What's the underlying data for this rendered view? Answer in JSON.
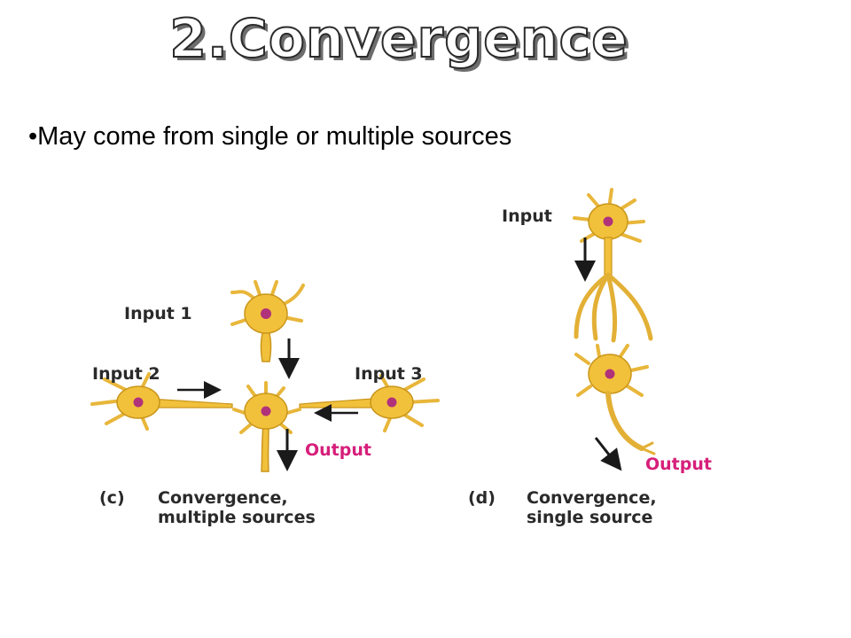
{
  "slide": {
    "title": "2.Convergence",
    "bullet": "•May come from single or multiple sources"
  },
  "panel_c": {
    "labels": {
      "input1": "Input 1",
      "input2": "Input 2",
      "input3": "Input 3",
      "output": "Output"
    },
    "caption_letter": "(c)",
    "caption_line1": "Convergence,",
    "caption_line2": "multiple sources"
  },
  "panel_d": {
    "labels": {
      "input": "Input",
      "output": "Output"
    },
    "caption_letter": "(d)",
    "caption_line1": "Convergence,",
    "caption_line2": "single source"
  },
  "colors": {
    "neuron_fill": "#f2c13c",
    "neuron_stroke": "#c9961a",
    "nucleus": "#b0327a",
    "output_label": "#d61f7a",
    "label_text": "#2a2a2a"
  }
}
